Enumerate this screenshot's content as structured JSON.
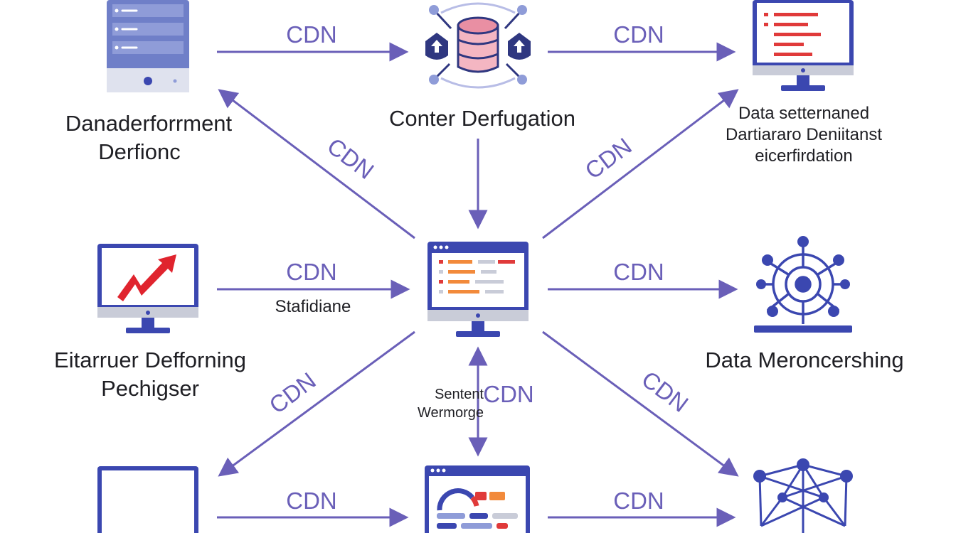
{
  "colors": {
    "accent": "#6a5fb8",
    "device_blue": "#3b47b0",
    "screen_grey": "#c9ccd8",
    "chart_red": "#e0242e",
    "bar_red": "#e03a3a",
    "bar_orange": "#f28a3b",
    "server_body": "#6f7fc8"
  },
  "edges": {
    "top_left_to_top_center": "CDN",
    "top_center_to_top_right": "CDN",
    "center_to_top_left": "CDN",
    "center_to_top_right": "CDN",
    "mid_left_to_center": "CDN",
    "center_to_mid_right": "CDN",
    "center_to_bottom_left": "CDN",
    "center_bottom_vertical": "CDN",
    "center_to_bottom_right": "CDN",
    "bottom_left_to_bottom_center": "CDN",
    "bottom_center_to_bottom_right": "CDN"
  },
  "nodes": {
    "top_left": {
      "icon": "server-icon",
      "lines": [
        "Danaderforrment",
        "Derfionc"
      ]
    },
    "top_center": {
      "icon": "database-icon",
      "lines": [
        "Conter Derfugation"
      ]
    },
    "top_right": {
      "icon": "monitor-icon",
      "lines": [
        "Data setternaned",
        "Dartiararo Deniitanst",
        "eicerfirdation"
      ]
    },
    "mid_left": {
      "icon": "monitor-chart-icon",
      "lines": [
        "Eitarruer Defforning",
        "Pechigser"
      ]
    },
    "center": {
      "icon": "monitor-dashboard-icon",
      "left_caption": "Stafidiane",
      "bottom_caption": [
        "Sentent",
        "Wermorge"
      ]
    },
    "mid_right": {
      "icon": "network-hub-icon",
      "lines": [
        "Data Meroncershing"
      ]
    },
    "bottom_left": {
      "icon": "monitor-icon"
    },
    "bottom_center": {
      "icon": "dashboard-window-icon"
    },
    "bottom_right": {
      "icon": "network-icon"
    }
  }
}
